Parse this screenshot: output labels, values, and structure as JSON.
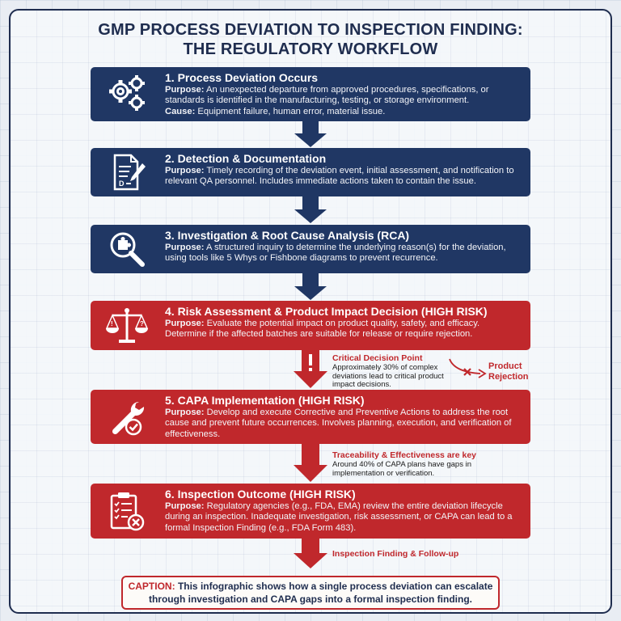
{
  "title_line1": "GMP PROCESS DEVIATION TO INSPECTION FINDING:",
  "title_line2": "THE REGULATORY WORKFLOW",
  "purpose_label": "Purpose:",
  "cause_label": "Cause:",
  "steps": [
    {
      "title": "1. Process Deviation Occurs",
      "purpose": "An unexpected departure from approved procedures, specifications, or standards is identified in the manufacturing, testing, or storage environment.",
      "cause": "Equipment failure, human error, material issue.",
      "icon": "gears-icon",
      "color": "#203764"
    },
    {
      "title": "2. Detection & Documentation",
      "purpose": "Timely recording of the deviation event, initial assessment, and notification to relevant QA personnel. Includes immediate actions taken to contain the issue.",
      "icon": "document-pen-icon",
      "color": "#203764"
    },
    {
      "title": "3. Investigation & Root Cause Analysis (RCA)",
      "purpose": "A structured inquiry to determine the underlying reason(s) for the deviation, using tools like 5 Whys or Fishbone diagrams to prevent recurrence.",
      "icon": "magnifier-puzzle-icon",
      "color": "#203764"
    },
    {
      "title": "4. Risk Assessment & Product Impact Decision (HIGH RISK)",
      "purpose": "Evaluate the potential impact on product quality, safety, and efficacy. Determine if the affected batches are suitable for release or require rejection.",
      "icon": "scales-icon",
      "color": "#c0282c"
    },
    {
      "title": "5. CAPA Implementation (HIGH RISK)",
      "purpose": "Develop and execute Corrective and Preventive Actions to address the root cause and prevent future occurrences. Involves planning, execution, and verification of effectiveness.",
      "icon": "wrench-check-icon",
      "color": "#c0282c"
    },
    {
      "title": "6. Inspection Outcome (HIGH RISK)",
      "purpose": "Regulatory agencies (e.g., FDA, EMA) review the entire deviation lifecycle during an inspection. Inadequate investigation, risk assessment, or CAPA can lead to a formal Inspection Finding (e.g., FDA Form 483).",
      "icon": "clipboard-x-icon",
      "color": "#c0282c"
    }
  ],
  "notes": {
    "critical_title": "Critical Decision Point",
    "critical_text": "Approximately 30% of complex deviations lead to critical product impact decisions.",
    "rejection_line1": "Product",
    "rejection_line2": "Rejection",
    "traceability_title": "Traceability & Effectiveness are key",
    "traceability_text": "Around 40% of CAPA plans have gaps in implementation or verification.",
    "finding_title": "Inspection Finding & Follow-up"
  },
  "caption": {
    "label": "CAPTION:",
    "text": "This infographic shows how a single process deviation can escalate through investigation and CAPA gaps into a formal inspection finding."
  },
  "colors": {
    "navy": "#203764",
    "red": "#c0282c",
    "title": "#1f2d4f"
  }
}
